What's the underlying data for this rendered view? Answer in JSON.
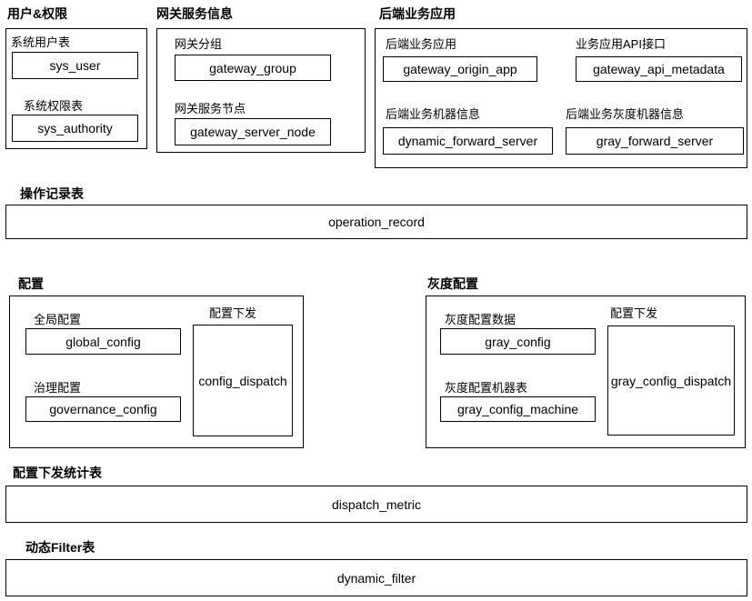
{
  "colors": {
    "background": "#ffffff",
    "border": "#000000",
    "text": "#000000"
  },
  "diagram_type": "database-table-grouping-diagram",
  "sections": {
    "user_auth": {
      "title": "用户&权限",
      "items": [
        {
          "label": "系统用户表",
          "table": "sys_user"
        },
        {
          "label": "系统权限表",
          "table": "sys_authority"
        }
      ]
    },
    "gateway_service": {
      "title": "网关服务信息",
      "items": [
        {
          "label": "网关分组",
          "table": "gateway_group"
        },
        {
          "label": "网关服务节点",
          "table": "gateway_server_node"
        }
      ]
    },
    "backend_app": {
      "title": "后端业务应用",
      "items": [
        {
          "label": "后端业务应用",
          "table": "gateway_origin_app"
        },
        {
          "label": "业务应用API接口",
          "table": "gateway_api_metadata"
        },
        {
          "label": "后端业务机器信息",
          "table": "dynamic_forward_server"
        },
        {
          "label": "后端业务灰度机器信息",
          "table": "gray_forward_server"
        }
      ]
    },
    "operation": {
      "title": "操作记录表",
      "table": "operation_record"
    },
    "config": {
      "title": "配置",
      "items": [
        {
          "label": "全局配置",
          "table": "global_config"
        },
        {
          "label": "治理配置",
          "table": "governance_config"
        }
      ],
      "dispatch": {
        "label": "配置下发",
        "table": "config_dispatch"
      }
    },
    "gray_config": {
      "title": "灰度配置",
      "items": [
        {
          "label": "灰度配置数据",
          "table": "gray_config"
        },
        {
          "label": "灰度配置机器表",
          "table": "gray_config_machine"
        }
      ],
      "dispatch": {
        "label": "配置下发",
        "table": "gray_config_dispatch"
      }
    },
    "dispatch_metric": {
      "title": "配置下发统计表",
      "table": "dispatch_metric"
    },
    "dynamic_filter": {
      "title": "动态Filter表",
      "table": "dynamic_filter"
    }
  }
}
